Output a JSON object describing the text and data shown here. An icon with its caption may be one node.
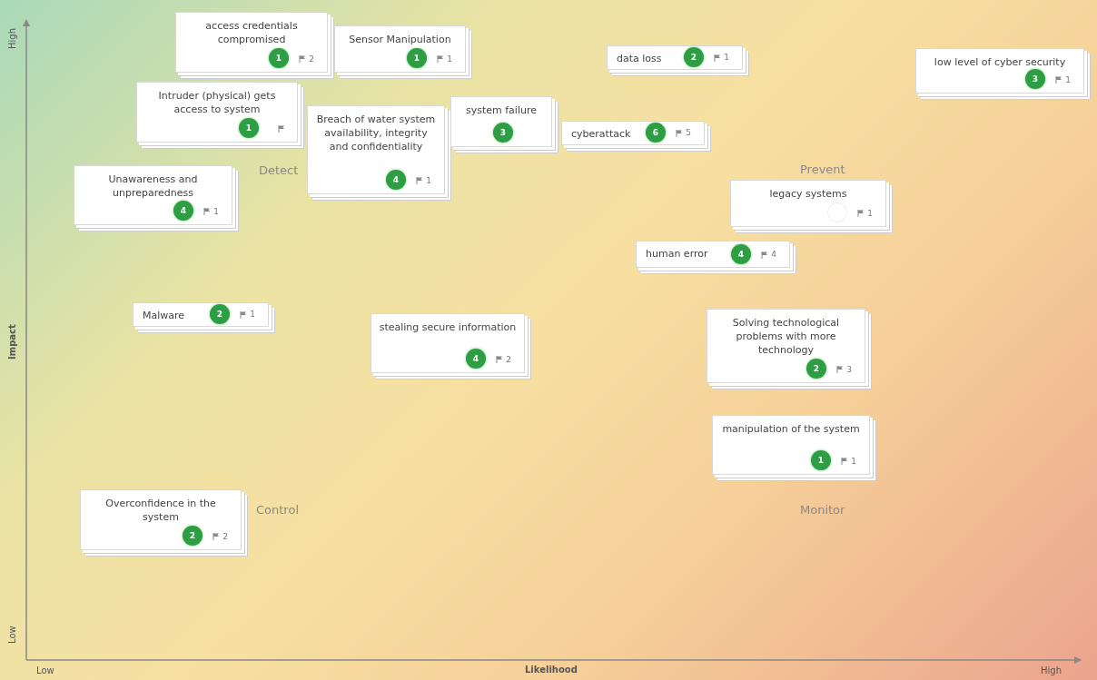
{
  "diagram": {
    "nodes": [
      {
        "text": [
          "access credentials compromised",
          "2"
        ]
      },
      {
        "text": [
          "1"
        ],
        "in": 0
      },
      {
        "text": [
          "Sensor Manipulation",
          "1"
        ]
      },
      {
        "text": [
          "1"
        ],
        "in": 2
      },
      {
        "text": [
          "data loss",
          "1"
        ]
      },
      {
        "text": [
          "2"
        ],
        "in": 4
      },
      {
        "text": [
          "low level of cyber security",
          "1"
        ]
      },
      {
        "text": [
          "3"
        ],
        "in": 6
      },
      {
        "text": [
          "Intruder (physical) gets access to system"
        ]
      },
      {
        "text": [
          "1"
        ],
        "in": 8
      },
      {
        "text": [
          "Breach of water system availability, integrity and confidentiality",
          "1"
        ]
      },
      {
        "text": [
          "4"
        ],
        "in": 10
      },
      {
        "text": [
          "system failure"
        ]
      },
      {
        "text": [
          "3"
        ],
        "in": 12
      },
      {
        "text": [
          "cyberattack",
          "5"
        ]
      },
      {
        "text": [
          "6"
        ],
        "in": 14
      },
      {
        "text": [
          "Unawareness and unpreparedness",
          "1"
        ]
      },
      {
        "text": [
          "4"
        ],
        "in": 16
      },
      {
        "text": [
          "legacy systems",
          "1"
        ]
      },
      {
        "text": [],
        "shape": "circle",
        "in": 18
      },
      {
        "text": [
          "human error",
          "4"
        ]
      },
      {
        "text": [
          "4"
        ],
        "in": 20
      },
      {
        "text": [
          "Malware",
          "1"
        ]
      },
      {
        "text": [
          "2"
        ],
        "in": 22
      },
      {
        "text": [
          "stealing secure information",
          "2"
        ]
      },
      {
        "text": [
          "4"
        ],
        "in": 24
      },
      {
        "text": [
          "Solving technological problems with more technology",
          "3"
        ]
      },
      {
        "text": [
          "2"
        ],
        "in": 26
      },
      {
        "text": [
          "manipulation of the system",
          "1"
        ]
      },
      {
        "text": [
          "1"
        ],
        "in": 28
      },
      {
        "text": [
          "Overconfidence in the system",
          "2"
        ]
      },
      {
        "text": [
          "2"
        ],
        "in": 30
      }
    ],
    "labels": [
      "High",
      "Detect",
      "Prevent",
      "Impact",
      "Control",
      "Monitor",
      "Low",
      "Low",
      "Likelihood",
      "High"
    ]
  }
}
